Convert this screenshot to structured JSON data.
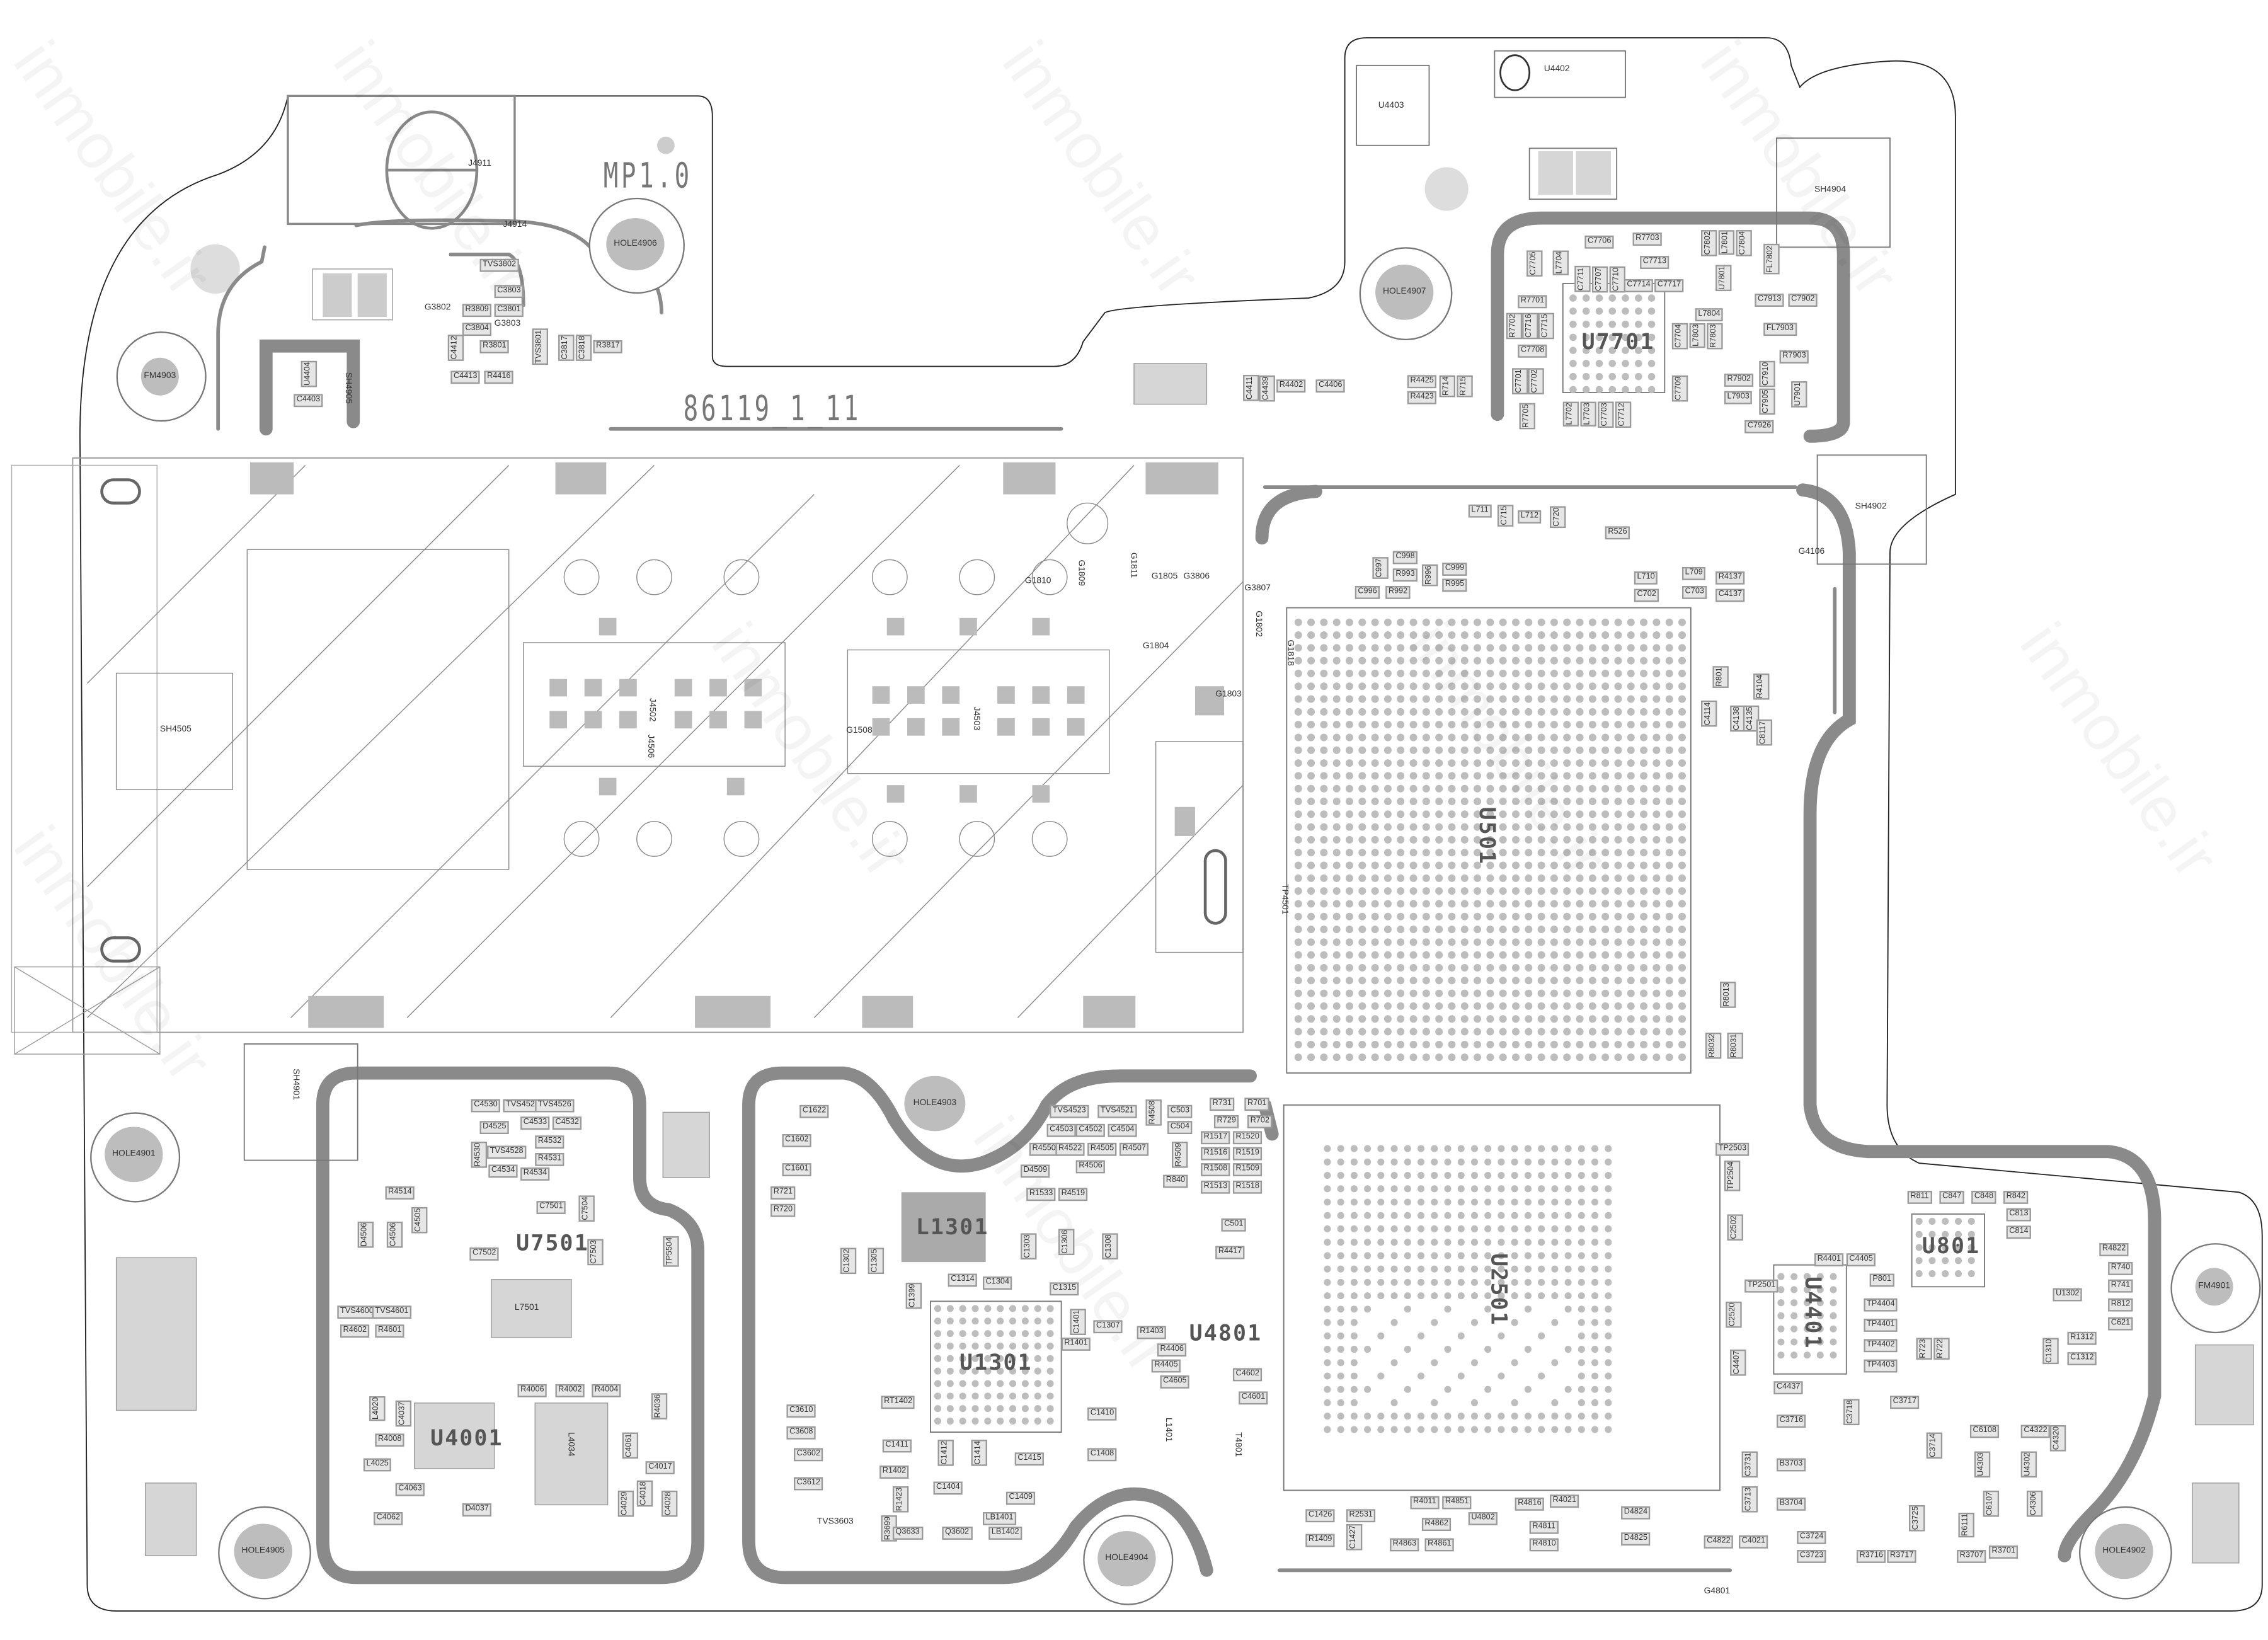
{
  "watermark": "inmobile.ir",
  "marks": {
    "revision": "MP1.0",
    "board_id": "86119_1_11"
  },
  "chips": {
    "u501": "U501",
    "u2501": "U2501",
    "u7701": "U7701",
    "u1301": "U1301",
    "l1301": "L1301",
    "u4801": "U4801",
    "u4001": "U4001",
    "u7501": "U7501",
    "u4401": "U4401",
    "u801": "U801"
  },
  "holes": {
    "hole4906": "HOLE4906",
    "hole4907": "HOLE4907",
    "hole4901": "HOLE4901",
    "hole4903": "HOLE4903",
    "hole4904": "HOLE4904",
    "hole4905": "HOLE4905",
    "hole4902": "HOLE4902",
    "fm4903": "FM4903",
    "fm4901": "FM4901"
  },
  "texts": [
    "J4911",
    "J4914",
    "G3802",
    "G3803",
    "U4402",
    "U4403",
    "SH4904",
    "SH4902",
    "SH4505",
    "SH4901",
    "J4502",
    "J4503",
    "J4506",
    "G4801",
    "G4106",
    "G1810",
    "G1809",
    "G1811",
    "G1805",
    "G3806",
    "G3807",
    "G1802",
    "G1818",
    "G1804",
    "G1803",
    "G1508",
    "TP4501",
    "L7501",
    "L4034",
    "TVS3603",
    "T4801",
    "L1401",
    "SH4905"
  ],
  "parts": [
    "TVS3802",
    "C3803",
    "R3809",
    "C3801",
    "C3804",
    "R3801",
    "C4412",
    "TVS3801",
    "C3817",
    "C3818",
    "R3817",
    "C4413",
    "R4416",
    "U4404",
    "C4403",
    "C4411",
    "C4439",
    "R4402",
    "C4406",
    "R4425",
    "R4423",
    "R714",
    "R715",
    "C7705",
    "L7704",
    "C7706",
    "R7703",
    "C7713",
    "C7711",
    "C7707",
    "C7710",
    "C7714",
    "C7717",
    "R7701",
    "R7702",
    "C7716",
    "C7715",
    "C7708",
    "C7701",
    "C7702",
    "R7705",
    "L7702",
    "L7703",
    "C7703",
    "C7712",
    "C7802",
    "L7801",
    "C7804",
    "U7801",
    "FL7802",
    "L7804",
    "C7704",
    "L7803",
    "R7803",
    "C7709",
    "C7913",
    "C7902",
    "FL7903",
    "R7903",
    "R7902",
    "C7910",
    "L7903",
    "C7905",
    "U7901",
    "C7926",
    "L711",
    "C715",
    "L712",
    "C720",
    "R526",
    "C997",
    "C998",
    "R993",
    "C996",
    "R992",
    "R996",
    "C999",
    "R995",
    "L710",
    "C702",
    "L709",
    "C703",
    "R4137",
    "C4137",
    "R801",
    "R4104",
    "C4114",
    "C4138",
    "C4135",
    "C8117",
    "R8013",
    "R8032",
    "R8031",
    "C4530",
    "TVS4520",
    "TVS4526",
    "D4525",
    "C4533",
    "C4532",
    "R4530",
    "TVS4528",
    "R4532",
    "R4531",
    "C4534",
    "R4534",
    "R4514",
    "C7501",
    "C7504",
    "D4506",
    "C4506",
    "C4505",
    "C7502",
    "C7503",
    "TVS4600",
    "TVS4601",
    "R4602",
    "R4601",
    "R4006",
    "R4002",
    "R4004",
    "R4036",
    "L4020",
    "C4037",
    "R4008",
    "L4025",
    "C4061",
    "C4017",
    "C4063",
    "C4029",
    "C4018",
    "C4028",
    "C4062",
    "D4037",
    "TP5504",
    "C1622",
    "C1602",
    "C1601",
    "R721",
    "R720",
    "C1302",
    "C1305",
    "C1399",
    "C1314",
    "C1304",
    "D4509",
    "TVS4523",
    "TVS4521",
    "C4503",
    "C4502",
    "C4504",
    "R4506",
    "R4508",
    "C503",
    "C504",
    "R4550",
    "R4522",
    "R4505",
    "R4507",
    "R4509",
    "R1533",
    "R4519",
    "C1303",
    "C1306",
    "C1315",
    "C1308",
    "R731",
    "R701",
    "R729",
    "R702",
    "R1517",
    "R1520",
    "R1516",
    "R1519",
    "R1508",
    "R1509",
    "R840",
    "R1513",
    "R1518",
    "R4417",
    "C501",
    "C1401",
    "R1401",
    "C1307",
    "R1403",
    "R4406",
    "R4405",
    "C4605",
    "C4602",
    "C4601",
    "C1410",
    "C1408",
    "C1415",
    "C1409",
    "C1404",
    "C1411",
    "R1402",
    "RT1402",
    "C1412",
    "C1414",
    "LB1401",
    "LB1402",
    "R1423",
    "R3699",
    "Q3633",
    "Q3602",
    "C3610",
    "C3608",
    "C3602",
    "C3612",
    "C1426",
    "R2531",
    "R1409",
    "C1427",
    "R4011",
    "R4851",
    "R4863",
    "R4862",
    "R4861",
    "U4802",
    "R4816",
    "R4021",
    "R4811",
    "R4810",
    "D4824",
    "D4825",
    "C4822",
    "C4021",
    "TP2503",
    "TP2504",
    "C2502",
    "TP2501",
    "C2520",
    "C4407",
    "C4437",
    "R4401",
    "C4405",
    "P801",
    "TP4404",
    "TP4401",
    "TP4402",
    "TP4403",
    "R723",
    "R722",
    "R811",
    "C847",
    "C848",
    "R842",
    "C813",
    "C814",
    "R4822",
    "R740",
    "R741",
    "R812",
    "C621",
    "R1312",
    "C1312",
    "U1302",
    "C1310",
    "C3716",
    "C3718",
    "C3717",
    "B3703",
    "B3704",
    "C3731",
    "C3713",
    "C3724",
    "C3723",
    "R3716",
    "R3717",
    "C3714",
    "C3725",
    "R6111",
    "R3707",
    "R3701",
    "C6108",
    "C4322",
    "C4320",
    "U4303",
    "U4302",
    "C6107",
    "C4306"
  ]
}
